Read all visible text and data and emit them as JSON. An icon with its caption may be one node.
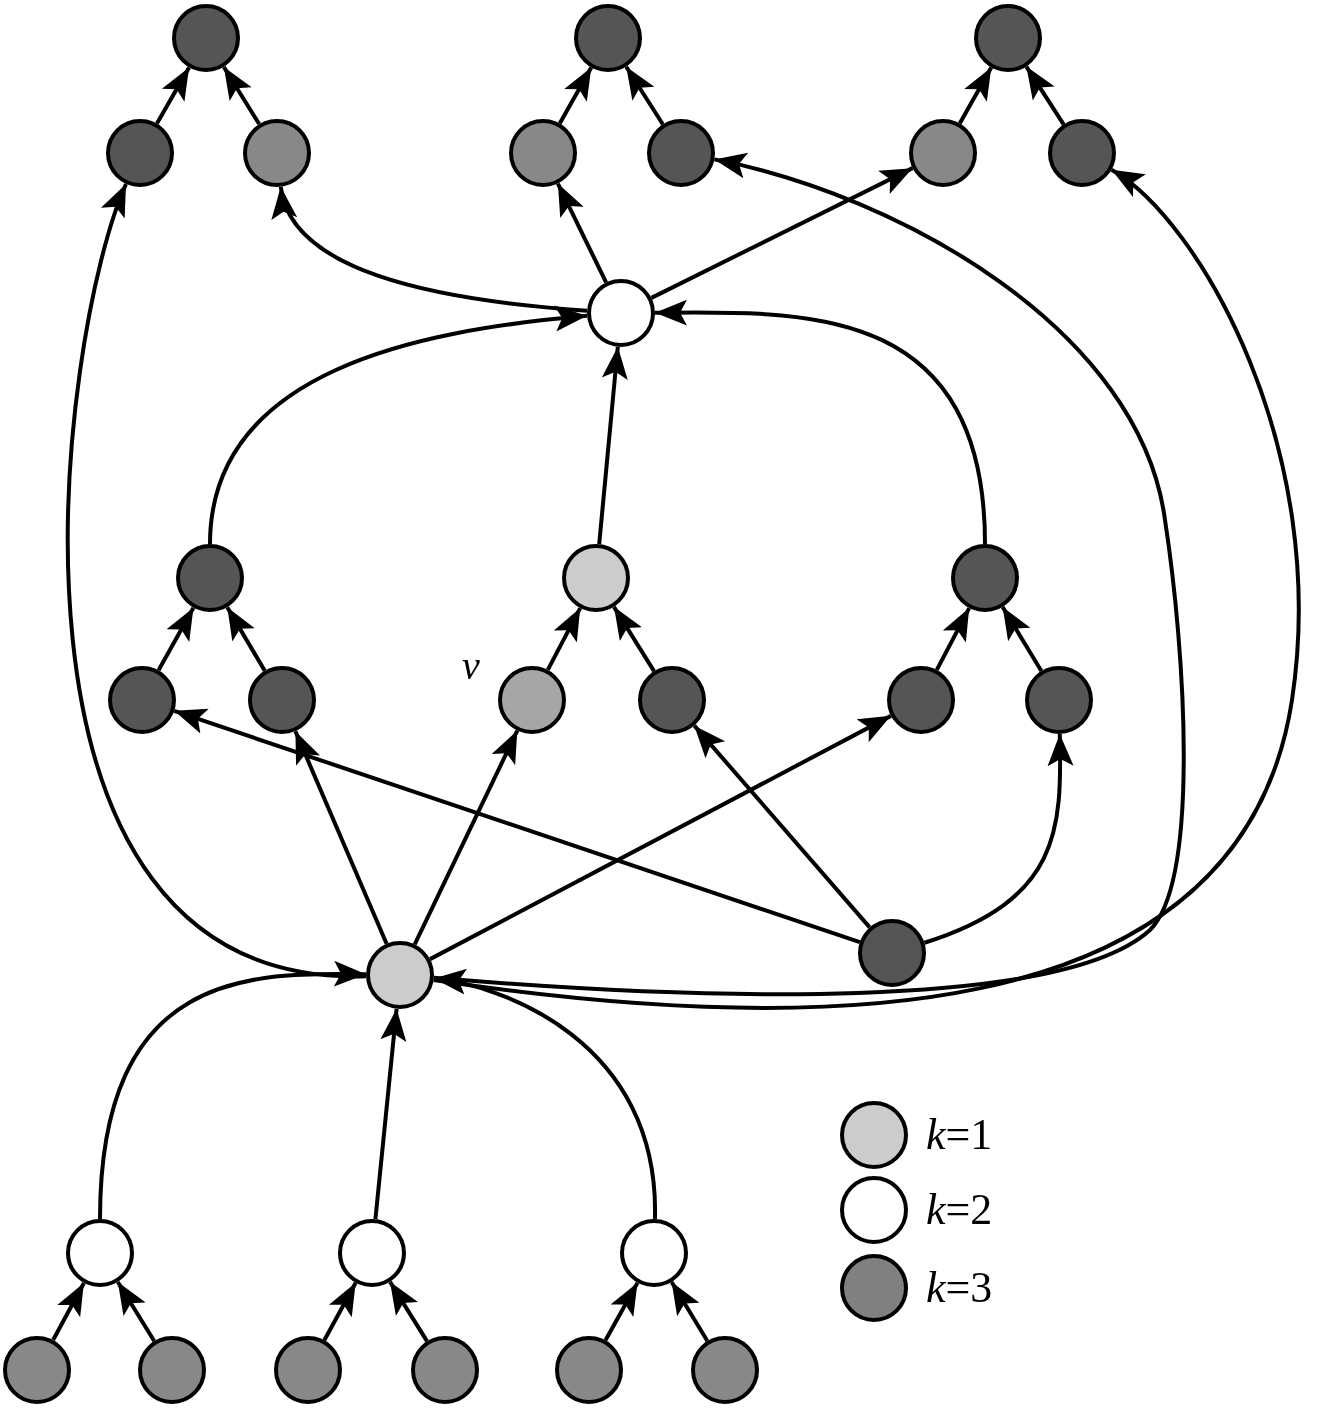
{
  "diagram": {
    "nodes": [
      {
        "text": [],
        "shape": "circle"
      },
      {
        "text": [],
        "shape": "circle"
      },
      {
        "text": [],
        "shape": "circle"
      },
      {
        "text": [],
        "shape": "circle"
      },
      {
        "text": [],
        "shape": "circle"
      },
      {
        "text": [],
        "shape": "circle"
      },
      {
        "text": [],
        "shape": "circle"
      },
      {
        "text": [],
        "shape": "circle"
      },
      {
        "text": [],
        "shape": "circle"
      },
      {
        "text": [],
        "shape": "circle"
      },
      {
        "text": [],
        "shape": "circle"
      },
      {
        "text": [],
        "shape": "circle"
      },
      {
        "text": [],
        "shape": "circle"
      },
      {
        "text": [],
        "shape": "circle"
      },
      {
        "text": [],
        "shape": "circle",
        "beside": [
          "v"
        ]
      },
      {
        "text": [],
        "shape": "circle"
      },
      {
        "text": [],
        "shape": "circle"
      },
      {
        "text": [],
        "shape": "circle"
      },
      {
        "text": [],
        "shape": "circle"
      },
      {
        "text": [],
        "shape": "circle"
      },
      {
        "text": [],
        "shape": "circle"
      },
      {
        "text": [],
        "shape": "circle"
      },
      {
        "text": [],
        "shape": "circle"
      },
      {
        "text": [],
        "shape": "circle"
      },
      {
        "text": [],
        "shape": "circle"
      },
      {
        "text": [],
        "shape": "circle"
      },
      {
        "text": [],
        "shape": "circle"
      },
      {
        "text": [],
        "shape": "circle"
      },
      {
        "text": [],
        "shape": "circle"
      },
      {
        "text": [],
        "shape": "circle"
      }
    ],
    "edges": [
      {
        "from": 1,
        "to": 0,
        "arrow": "to"
      },
      {
        "from": 2,
        "to": 0,
        "arrow": "to"
      },
      {
        "from": 4,
        "to": 3,
        "arrow": "to"
      },
      {
        "from": 5,
        "to": 3,
        "arrow": "to"
      },
      {
        "from": 7,
        "to": 6,
        "arrow": "to"
      },
      {
        "from": 8,
        "to": 6,
        "arrow": "to"
      },
      {
        "from": 9,
        "to": 2,
        "arrow": "to"
      },
      {
        "from": 9,
        "to": 4,
        "arrow": "to"
      },
      {
        "from": 9,
        "to": 7,
        "arrow": "to"
      },
      {
        "from": 10,
        "to": 9,
        "arrow": "to"
      },
      {
        "from": 13,
        "to": 9,
        "arrow": "to"
      },
      {
        "from": 16,
        "to": 9,
        "arrow": "to"
      },
      {
        "from": 11,
        "to": 10,
        "arrow": "to"
      },
      {
        "from": 12,
        "to": 10,
        "arrow": "to"
      },
      {
        "from": 14,
        "to": 13,
        "arrow": "to"
      },
      {
        "from": 15,
        "to": 13,
        "arrow": "to"
      },
      {
        "from": 17,
        "to": 16,
        "arrow": "to"
      },
      {
        "from": 18,
        "to": 16,
        "arrow": "to"
      },
      {
        "from": 20,
        "to": 1,
        "arrow": "to"
      },
      {
        "from": 20,
        "to": 12,
        "arrow": "to"
      },
      {
        "from": 20,
        "to": 14,
        "arrow": "to"
      },
      {
        "from": 20,
        "to": 17,
        "arrow": "to"
      },
      {
        "from": 20,
        "to": 5,
        "arrow": "to"
      },
      {
        "from": 20,
        "to": 8,
        "arrow": "to"
      },
      {
        "from": 19,
        "to": 11,
        "arrow": "to"
      },
      {
        "from": 19,
        "to": 15,
        "arrow": "to"
      },
      {
        "from": 19,
        "to": 18,
        "arrow": "to"
      },
      {
        "from": 21,
        "to": 20,
        "arrow": "to"
      },
      {
        "from": 24,
        "to": 20,
        "arrow": "to"
      },
      {
        "from": 27,
        "to": 20,
        "arrow": "to"
      },
      {
        "from": 22,
        "to": 21,
        "arrow": "to"
      },
      {
        "from": 23,
        "to": 21,
        "arrow": "to"
      },
      {
        "from": 25,
        "to": 24,
        "arrow": "to"
      },
      {
        "from": 26,
        "to": 24,
        "arrow": "to"
      },
      {
        "from": 28,
        "to": 27,
        "arrow": "to"
      },
      {
        "from": 29,
        "to": 27,
        "arrow": "to"
      }
    ],
    "legend": [
      {
        "text": "*k*=1",
        "color": "#cccccc"
      },
      {
        "text": "*k*=2",
        "color": "#ffffff"
      },
      {
        "text": "*k*=3",
        "color": "#808080"
      }
    ]
  }
}
